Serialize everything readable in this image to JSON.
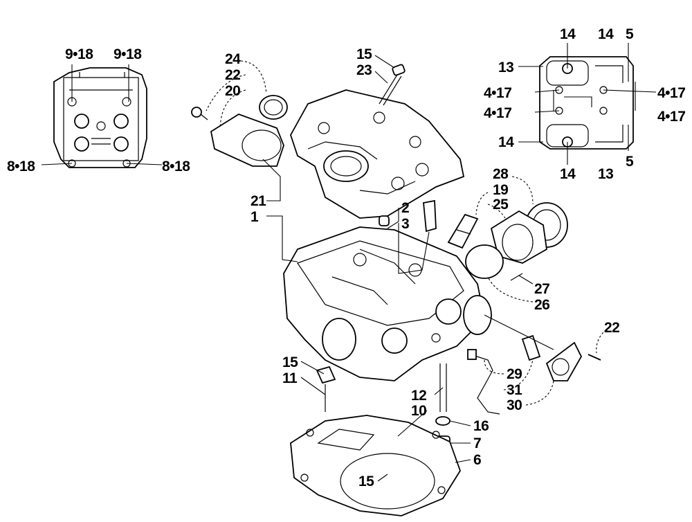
{
  "diagram": {
    "callouts": {
      "c1": "9•18",
      "c2": "9•18",
      "c3": "8•18",
      "c4": "8•18",
      "c5": "24",
      "c6": "22",
      "c7": "20",
      "c8": "15",
      "c9": "23",
      "c10": "21",
      "c11": "1",
      "c12": "2",
      "c13": "3",
      "c14": "28",
      "c15": "19",
      "c16": "25",
      "c17": "27",
      "c18": "26",
      "c19": "22",
      "c20": "15",
      "c21": "11",
      "c22": "12",
      "c23": "10",
      "c24": "16",
      "c25": "7",
      "c26": "6",
      "c27": "15",
      "c28": "29",
      "c29": "31",
      "c30": "30",
      "c31": "14",
      "c32": "14",
      "c33": "5",
      "c34": "13",
      "c35": "4•17",
      "c36": "4•17",
      "c37": "4•17",
      "c38": "4•17",
      "c39": "14",
      "c40": "14",
      "c41": "13",
      "c42": "5"
    }
  }
}
